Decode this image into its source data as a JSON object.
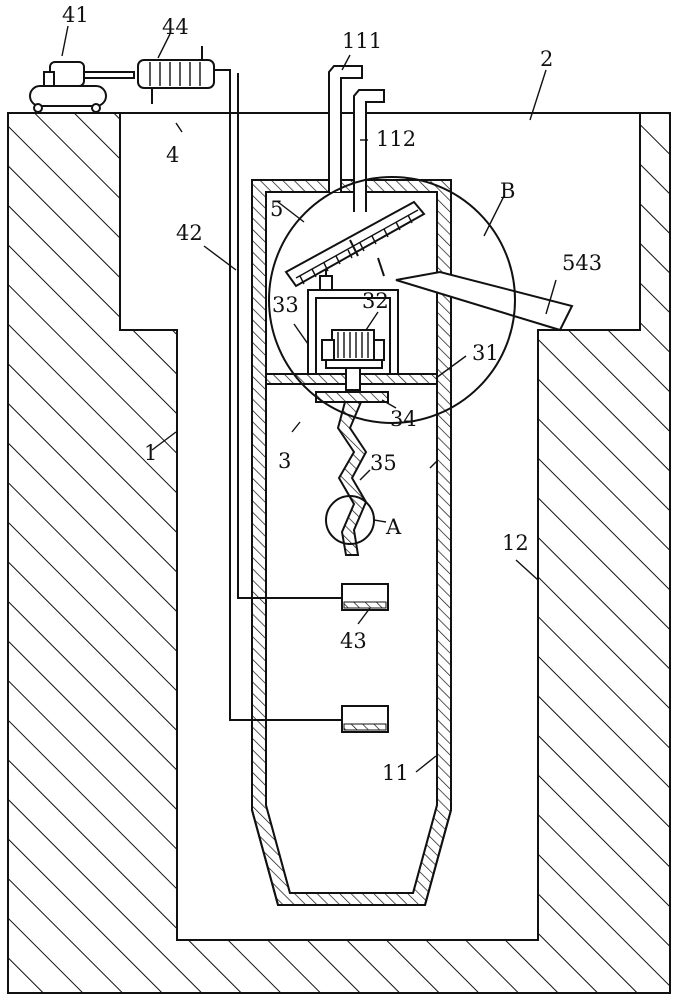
{
  "figure": {
    "labels": {
      "l41": "41",
      "l44": "44",
      "l111": "111",
      "l2": "2",
      "l4": "4",
      "l112": "112",
      "lB": "B",
      "l5": "5",
      "l42": "42",
      "l543": "543",
      "l33": "33",
      "l32": "32",
      "l31": "31",
      "l34": "34",
      "l3": "3",
      "l1": "1",
      "l35": "35",
      "lA": "A",
      "l12": "12",
      "l43": "43",
      "l11": "11"
    }
  }
}
